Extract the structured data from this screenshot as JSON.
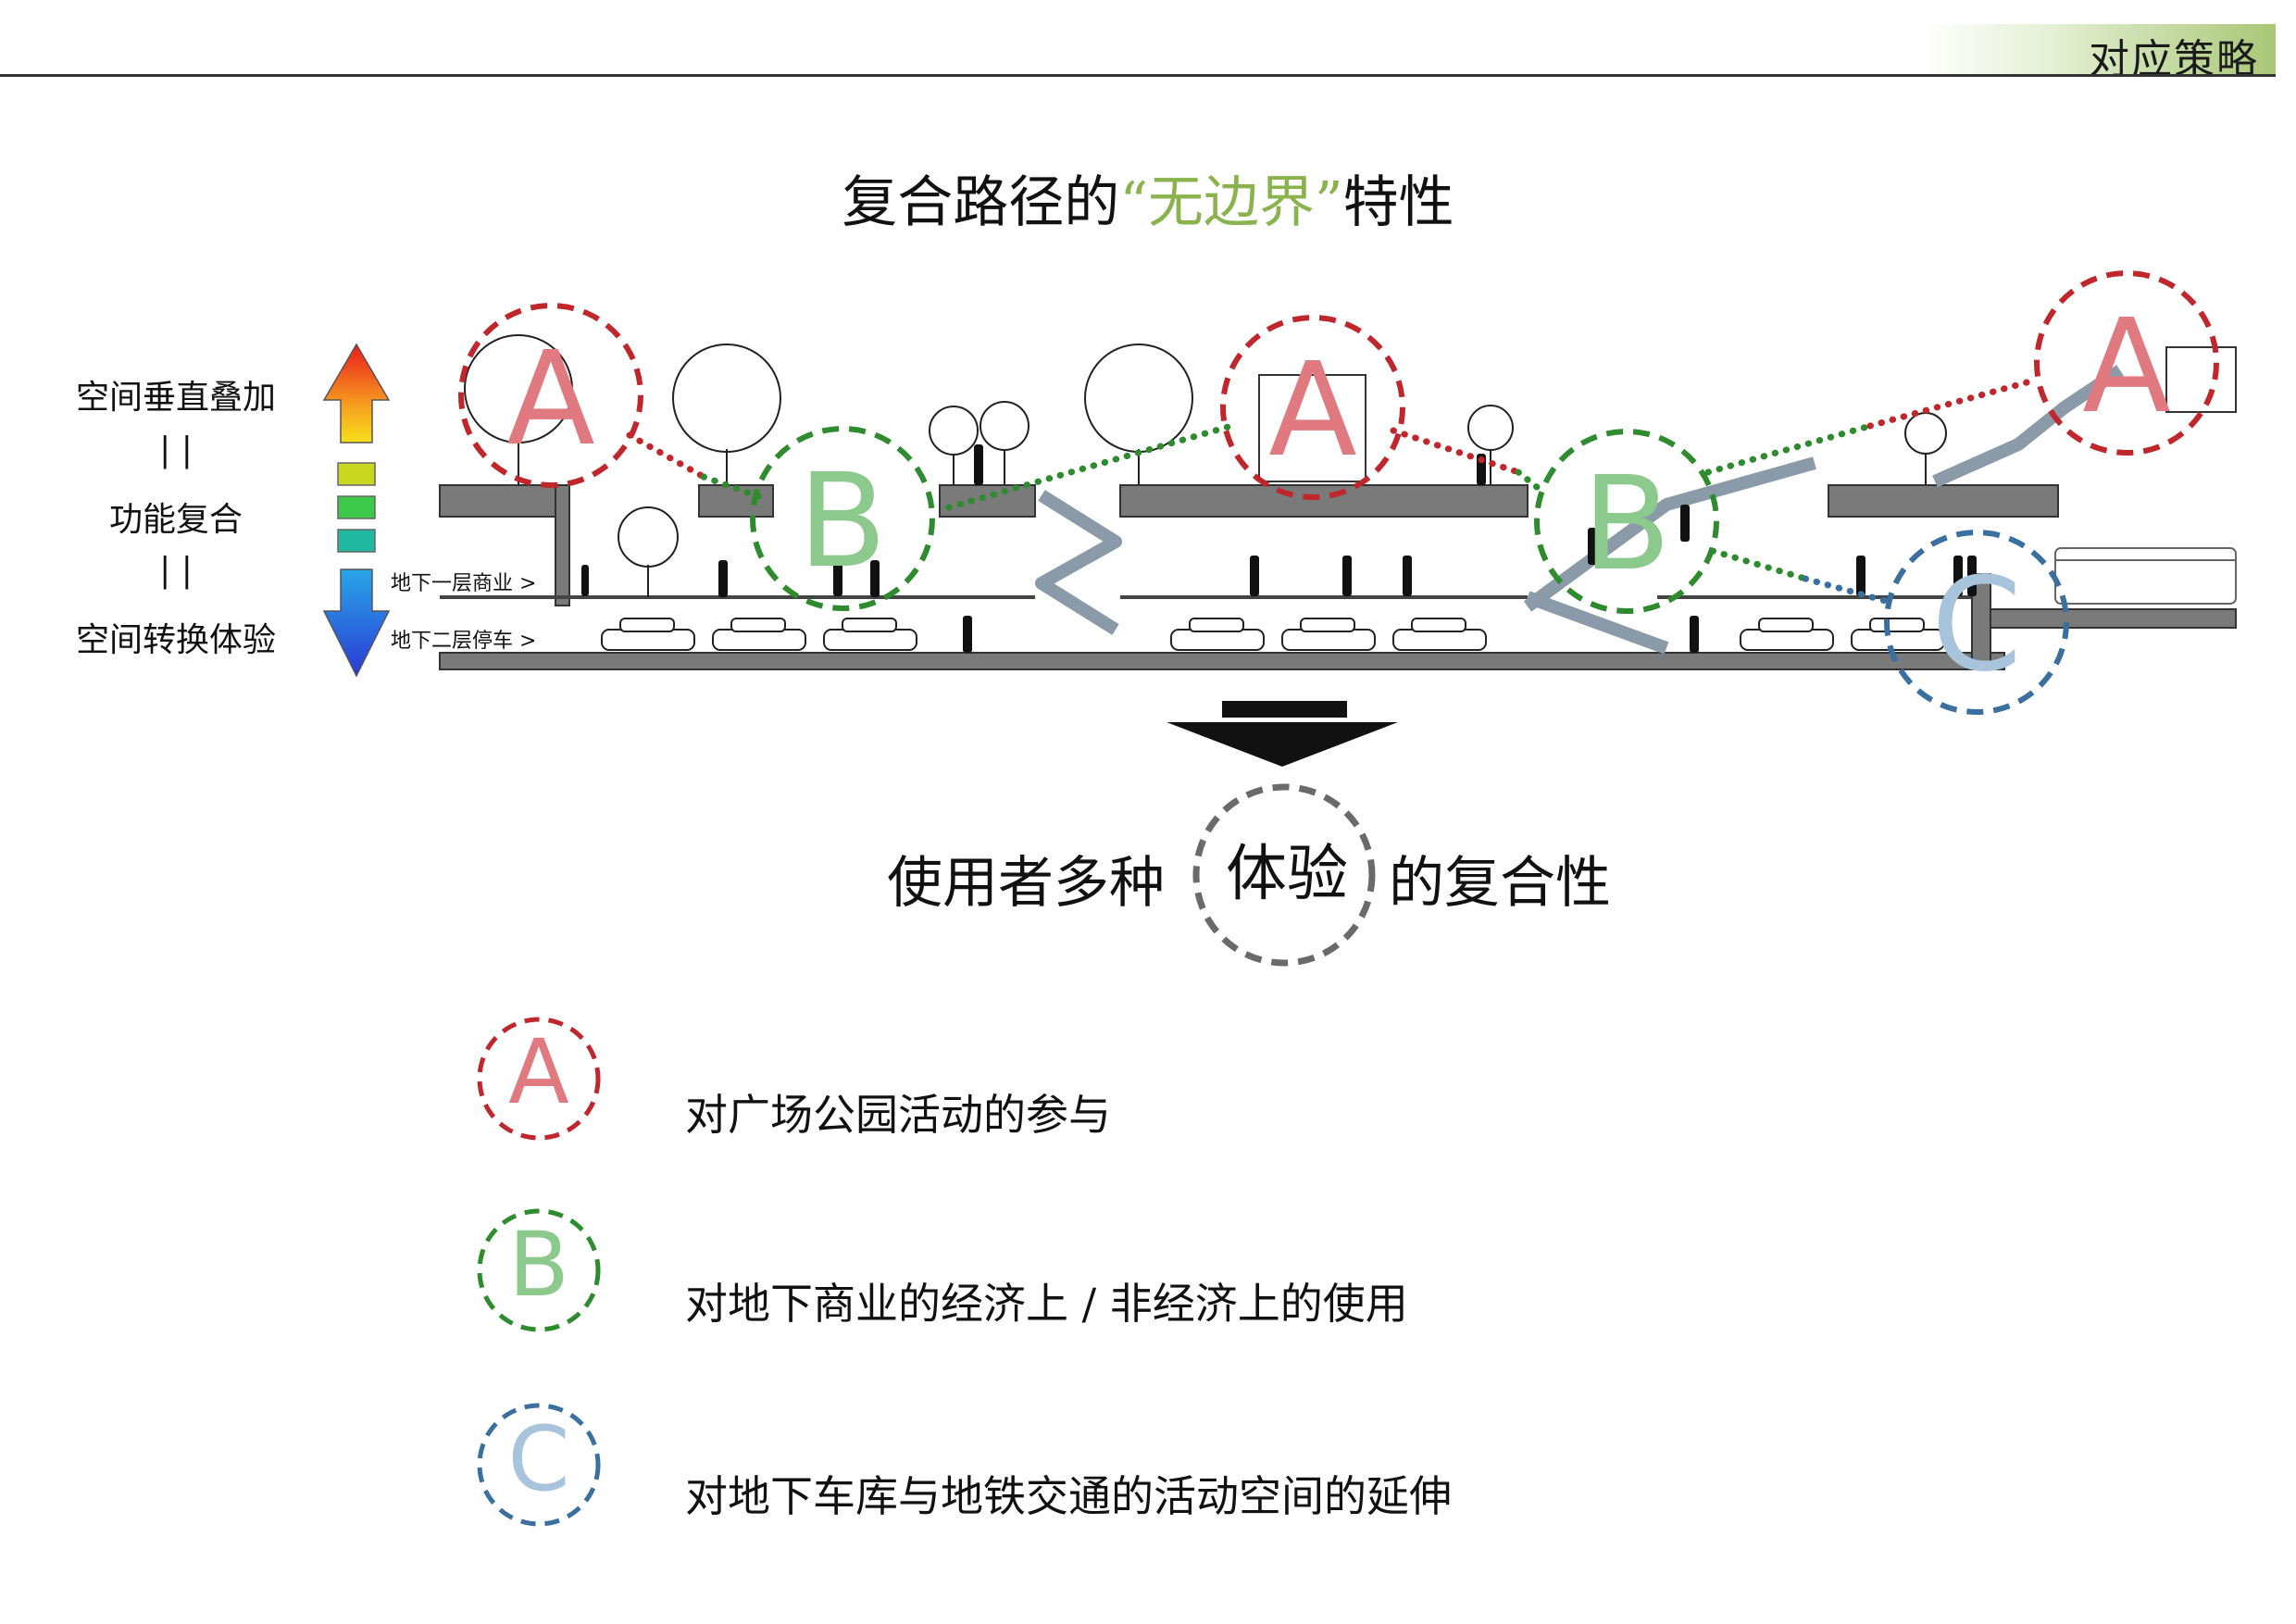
{
  "header": {
    "title": "对应策略"
  },
  "title": {
    "prefix": "复合路径的",
    "accent": "“无边界”",
    "suffix": "特性"
  },
  "left_legend": {
    "top": "空间垂直叠加",
    "sep1": "| |",
    "middle": "功能复合",
    "sep2": "| |",
    "bottom": "空间转换体验"
  },
  "floors": {
    "b1": "地下一层商业 >",
    "b2": "地下二层停车 >"
  },
  "diagram_markers": {
    "a": "A",
    "b": "B",
    "c": "C"
  },
  "subtitle": {
    "left": "使用者多种",
    "center": "体验",
    "right": "的复合性"
  },
  "legend": [
    {
      "letter": "A",
      "text": "对广场公园活动的参与"
    },
    {
      "letter": "B",
      "text": "对地下商业的经济上 / 非经济上的使用"
    },
    {
      "letter": "C",
      "text": "对地下车库与地铁交通的活动空间的延伸"
    }
  ],
  "colors": {
    "a": "#c0272d",
    "a_text": "#e07a80",
    "b": "#2e8b2e",
    "b_text": "#8cc98c",
    "c": "#3a6fa0",
    "c_text": "#a8c4dc",
    "accent": "#8ab34d",
    "slab": "#7a7a7a"
  }
}
